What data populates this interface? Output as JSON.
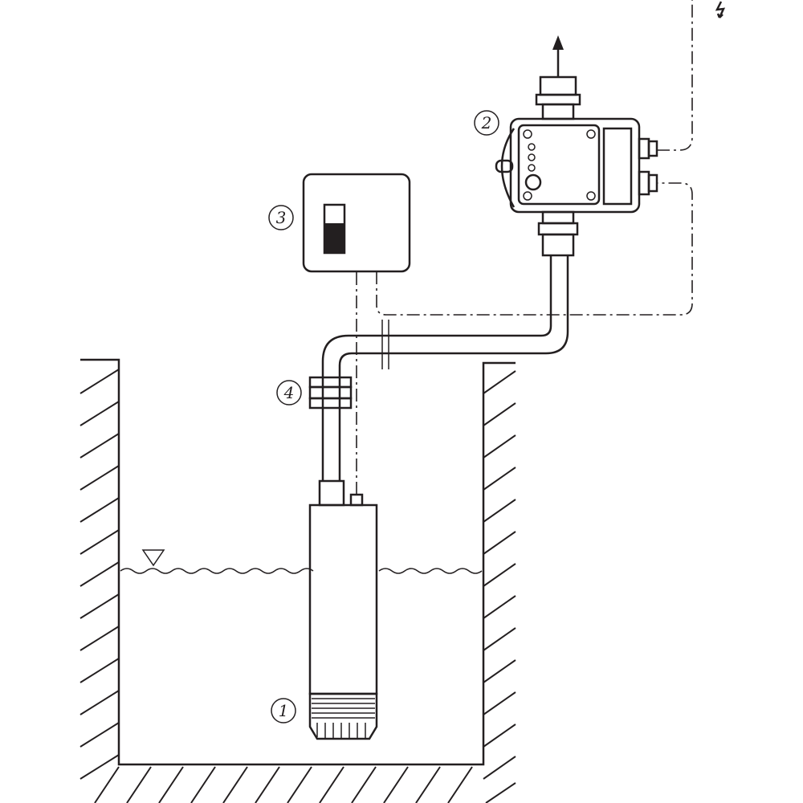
{
  "diagram": {
    "callouts": [
      {
        "id": "pump",
        "label": "1"
      },
      {
        "id": "controller",
        "label": "2"
      },
      {
        "id": "switch-box",
        "label": "3"
      },
      {
        "id": "pipe-clamp",
        "label": "4"
      }
    ],
    "colors": {
      "ink": "#231f20",
      "background": "#ffffff"
    },
    "icons": {
      "power": "lightning-icon",
      "flow": "arrow-up-icon",
      "water_level": "triangle-down-icon"
    }
  }
}
